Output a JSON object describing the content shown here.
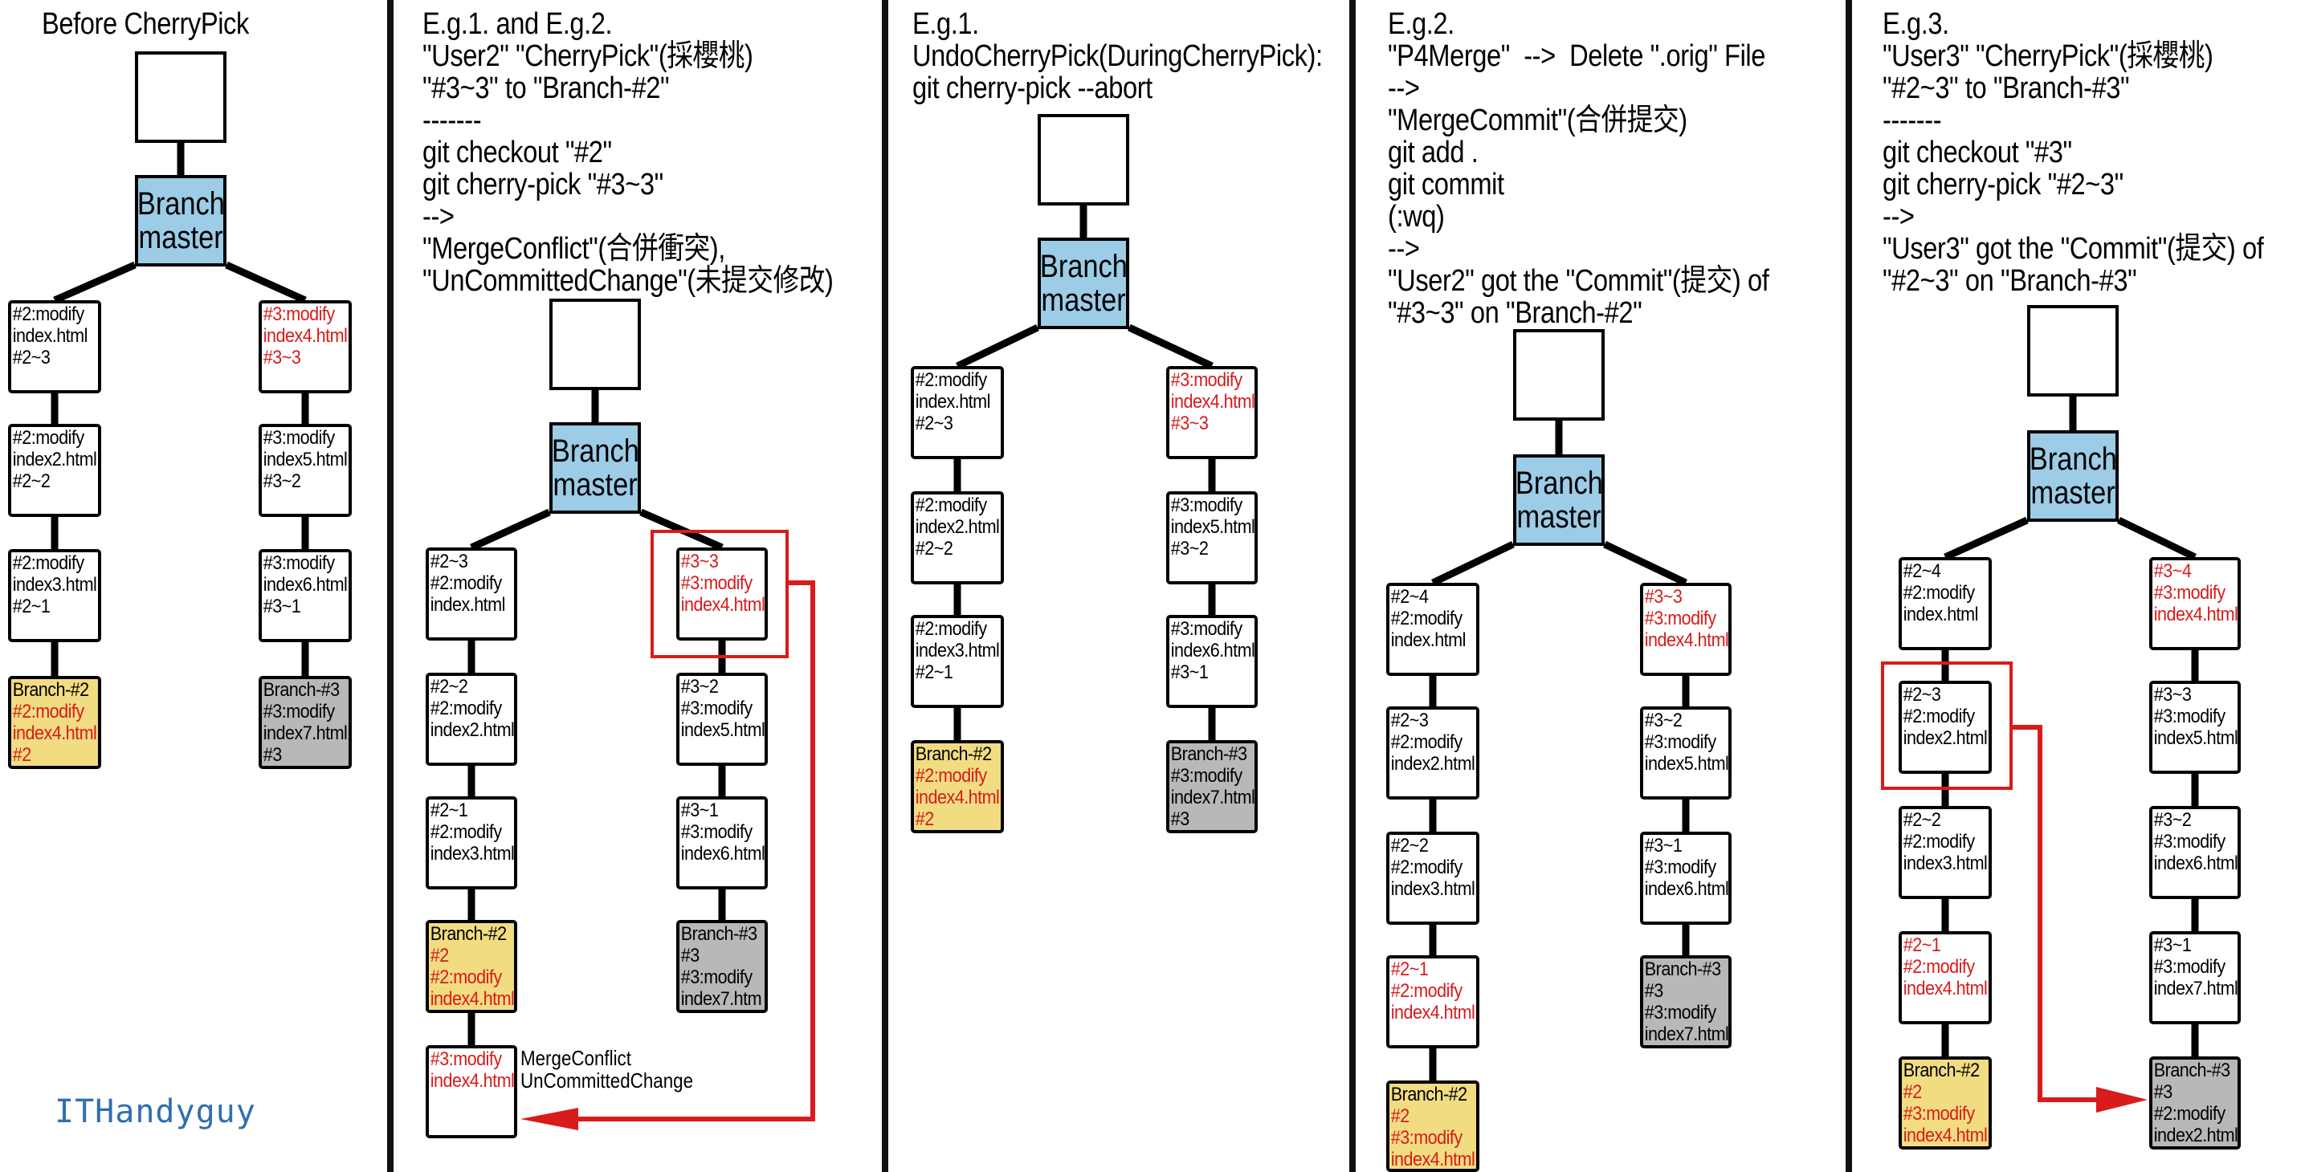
{
  "panels": [
    {
      "title_lines": [
        "Before CherryPick"
      ],
      "branch_label": [
        "Branch",
        "master"
      ],
      "left_column": [
        {
          "lines": [
            [
              "#2:modify",
              "black"
            ],
            [
              "index.html",
              "black"
            ],
            [
              "#2~3",
              "black"
            ]
          ],
          "style": "white"
        },
        {
          "lines": [
            [
              "#2:modify",
              "black"
            ],
            [
              "index2.html",
              "black"
            ],
            [
              "#2~2",
              "black"
            ]
          ],
          "style": "white"
        },
        {
          "lines": [
            [
              "#2:modify",
              "black"
            ],
            [
              "index3.html",
              "black"
            ],
            [
              "#2~1",
              "black"
            ]
          ],
          "style": "white"
        },
        {
          "lines": [
            [
              "Branch-#2",
              "black"
            ],
            [
              "#2:modify",
              "red"
            ],
            [
              "index4.html",
              "red"
            ],
            [
              "#2",
              "red"
            ]
          ],
          "style": "yellow"
        }
      ],
      "right_column": [
        {
          "lines": [
            [
              "#3:modify",
              "red"
            ],
            [
              "index4.html",
              "red"
            ],
            [
              "#3~3",
              "red"
            ]
          ],
          "style": "white"
        },
        {
          "lines": [
            [
              "#3:modify",
              "black"
            ],
            [
              "index5.html",
              "black"
            ],
            [
              "#3~2",
              "black"
            ]
          ],
          "style": "white"
        },
        {
          "lines": [
            [
              "#3:modify",
              "black"
            ],
            [
              "index6.html",
              "black"
            ],
            [
              "#3~1",
              "black"
            ]
          ],
          "style": "white"
        },
        {
          "lines": [
            [
              "Branch-#3",
              "black"
            ],
            [
              "#3:modify",
              "black"
            ],
            [
              "index7.html",
              "black"
            ],
            [
              "#3",
              "black"
            ]
          ],
          "style": "gray"
        }
      ]
    },
    {
      "title_lines": [
        "E.g.1. and E.g.2.",
        "\"User2\" \"CherryPick\"(採櫻桃)",
        "\"#3~3\" to \"Branch-#2\"",
        "-------",
        "git checkout \"#2\"",
        "git cherry-pick \"#3~3\"",
        "-->",
        "\"MergeConflict\"(合併衝突),",
        "\"UnCommittedChange\"(未提交修改)"
      ],
      "branch_label": [
        "Branch",
        "master"
      ],
      "left_column": [
        {
          "lines": [
            [
              "#2~3",
              "black"
            ],
            [
              "#2:modify",
              "black"
            ],
            [
              "index.html",
              "black"
            ]
          ],
          "style": "white"
        },
        {
          "lines": [
            [
              "#2~2",
              "black"
            ],
            [
              "#2:modify",
              "black"
            ],
            [
              "index2.html",
              "black"
            ]
          ],
          "style": "white"
        },
        {
          "lines": [
            [
              "#2~1",
              "black"
            ],
            [
              "#2:modify",
              "black"
            ],
            [
              "index3.html",
              "black"
            ]
          ],
          "style": "white"
        },
        {
          "lines": [
            [
              "Branch-#2",
              "black"
            ],
            [
              "#2",
              "red"
            ],
            [
              "#2:modify",
              "red"
            ],
            [
              "index4.html",
              "red"
            ]
          ],
          "style": "yellow"
        },
        {
          "lines": [
            [
              "#3:modify",
              "red"
            ],
            [
              "index4.html",
              "red"
            ]
          ],
          "style": "white"
        }
      ],
      "right_column": [
        {
          "lines": [
            [
              "#3~3",
              "red"
            ],
            [
              "#3:modify",
              "red"
            ],
            [
              "index4.html",
              "red"
            ]
          ],
          "style": "white"
        },
        {
          "lines": [
            [
              "#3~2",
              "black"
            ],
            [
              "#3:modify",
              "black"
            ],
            [
              "index5.html",
              "black"
            ]
          ],
          "style": "white"
        },
        {
          "lines": [
            [
              "#3~1",
              "black"
            ],
            [
              "#3:modify",
              "black"
            ],
            [
              "index6.html",
              "black"
            ]
          ],
          "style": "white"
        },
        {
          "lines": [
            [
              "Branch-#3",
              "black"
            ],
            [
              "#3",
              "black"
            ],
            [
              "#3:modify",
              "black"
            ],
            [
              "index7.htm",
              "black"
            ]
          ],
          "style": "gray"
        }
      ],
      "note_lines": [
        "MergeConflict",
        "UnCommittedChange"
      ]
    },
    {
      "title_lines": [
        "E.g.1.",
        "UndoCherryPick(DuringCherryPick):",
        "git cherry-pick --abort"
      ],
      "branch_label": [
        "Branch",
        "master"
      ],
      "left_column": [
        {
          "lines": [
            [
              "#2:modify",
              "black"
            ],
            [
              "index.html",
              "black"
            ],
            [
              "#2~3",
              "black"
            ]
          ],
          "style": "white"
        },
        {
          "lines": [
            [
              "#2:modify",
              "black"
            ],
            [
              "index2.html",
              "black"
            ],
            [
              "#2~2",
              "black"
            ]
          ],
          "style": "white"
        },
        {
          "lines": [
            [
              "#2:modify",
              "black"
            ],
            [
              "index3.html",
              "black"
            ],
            [
              "#2~1",
              "black"
            ]
          ],
          "style": "white"
        },
        {
          "lines": [
            [
              "Branch-#2",
              "black"
            ],
            [
              "#2:modify",
              "red"
            ],
            [
              "index4.html",
              "red"
            ],
            [
              "#2",
              "red"
            ]
          ],
          "style": "yellow"
        }
      ],
      "right_column": [
        {
          "lines": [
            [
              "#3:modify",
              "red"
            ],
            [
              "index4.html",
              "red"
            ],
            [
              "#3~3",
              "red"
            ]
          ],
          "style": "white"
        },
        {
          "lines": [
            [
              "#3:modify",
              "black"
            ],
            [
              "index5.html",
              "black"
            ],
            [
              "#3~2",
              "black"
            ]
          ],
          "style": "white"
        },
        {
          "lines": [
            [
              "#3:modify",
              "black"
            ],
            [
              "index6.html",
              "black"
            ],
            [
              "#3~1",
              "black"
            ]
          ],
          "style": "white"
        },
        {
          "lines": [
            [
              "Branch-#3",
              "black"
            ],
            [
              "#3:modify",
              "black"
            ],
            [
              "index7.html",
              "black"
            ],
            [
              "#3",
              "black"
            ]
          ],
          "style": "gray"
        }
      ]
    },
    {
      "title_lines": [
        "E.g.2.",
        "\"P4Merge\"  -->  Delete \".orig\" File",
        "-->",
        "\"MergeCommit\"(合併提交)",
        "git add .",
        "git commit",
        "(:wq)",
        "-->",
        "\"User2\" got the \"Commit\"(提交) of",
        "\"#3~3\" on \"Branch-#2\""
      ],
      "branch_label": [
        "Branch",
        "master"
      ],
      "left_column": [
        {
          "lines": [
            [
              "#2~4",
              "black"
            ],
            [
              "#2:modify",
              "black"
            ],
            [
              "index.html",
              "black"
            ]
          ],
          "style": "white"
        },
        {
          "lines": [
            [
              "#2~3",
              "black"
            ],
            [
              "#2:modify",
              "black"
            ],
            [
              "index2.html",
              "black"
            ]
          ],
          "style": "white"
        },
        {
          "lines": [
            [
              "#2~2",
              "black"
            ],
            [
              "#2:modify",
              "black"
            ],
            [
              "index3.html",
              "black"
            ]
          ],
          "style": "white"
        },
        {
          "lines": [
            [
              "#2~1",
              "red"
            ],
            [
              "#2:modify",
              "red"
            ],
            [
              "index4.html",
              "red"
            ]
          ],
          "style": "white"
        },
        {
          "lines": [
            [
              "Branch-#2",
              "black"
            ],
            [
              "#2",
              "red"
            ],
            [
              "#3:modify",
              "red"
            ],
            [
              "index4.html",
              "red"
            ]
          ],
          "style": "yellow"
        }
      ],
      "right_column": [
        {
          "lines": [
            [
              "#3~3",
              "red"
            ],
            [
              "#3:modify",
              "red"
            ],
            [
              "index4.html",
              "red"
            ]
          ],
          "style": "white"
        },
        {
          "lines": [
            [
              "#3~2",
              "black"
            ],
            [
              "#3:modify",
              "black"
            ],
            [
              "index5.html",
              "black"
            ]
          ],
          "style": "white"
        },
        {
          "lines": [
            [
              "#3~1",
              "black"
            ],
            [
              "#3:modify",
              "black"
            ],
            [
              "index6.html",
              "black"
            ]
          ],
          "style": "white"
        },
        {
          "lines": [
            [
              "Branch-#3",
              "black"
            ],
            [
              "#3",
              "black"
            ],
            [
              "#3:modify",
              "black"
            ],
            [
              "index7.html",
              "black"
            ]
          ],
          "style": "gray"
        }
      ]
    },
    {
      "title_lines": [
        "E.g.3.",
        "\"User3\" \"CherryPick\"(採櫻桃)",
        "\"#2~3\" to \"Branch-#3\"",
        "-------",
        "git checkout \"#3\"",
        "git cherry-pick \"#2~3\"",
        "-->",
        "\"User3\" got the \"Commit\"(提交) of",
        "\"#2~3\" on \"Branch-#3\""
      ],
      "branch_label": [
        "Branch",
        "master"
      ],
      "left_column": [
        {
          "lines": [
            [
              "#2~4",
              "black"
            ],
            [
              "#2:modify",
              "black"
            ],
            [
              "index.html",
              "black"
            ]
          ],
          "style": "white"
        },
        {
          "lines": [
            [
              "#2~3",
              "black"
            ],
            [
              "#2:modify",
              "black"
            ],
            [
              "index2.html",
              "black"
            ]
          ],
          "style": "white"
        },
        {
          "lines": [
            [
              "#2~2",
              "black"
            ],
            [
              "#2:modify",
              "black"
            ],
            [
              "index3.html",
              "black"
            ]
          ],
          "style": "white"
        },
        {
          "lines": [
            [
              "#2~1",
              "red"
            ],
            [
              "#2:modify",
              "red"
            ],
            [
              "index4.html",
              "red"
            ]
          ],
          "style": "white"
        },
        {
          "lines": [
            [
              "Branch-#2",
              "black"
            ],
            [
              "#2",
              "red"
            ],
            [
              "#3:modify",
              "red"
            ],
            [
              "index4.html",
              "red"
            ]
          ],
          "style": "yellow"
        }
      ],
      "right_column": [
        {
          "lines": [
            [
              "#3~4",
              "red"
            ],
            [
              "#3:modify",
              "red"
            ],
            [
              "index4.html",
              "red"
            ]
          ],
          "style": "white"
        },
        {
          "lines": [
            [
              "#3~3",
              "black"
            ],
            [
              "#3:modify",
              "black"
            ],
            [
              "index5.html",
              "black"
            ]
          ],
          "style": "white"
        },
        {
          "lines": [
            [
              "#3~2",
              "black"
            ],
            [
              "#3:modify",
              "black"
            ],
            [
              "index6.html",
              "black"
            ]
          ],
          "style": "white"
        },
        {
          "lines": [
            [
              "#3~1",
              "black"
            ],
            [
              "#3:modify",
              "black"
            ],
            [
              "index7.html",
              "black"
            ]
          ],
          "style": "white"
        },
        {
          "lines": [
            [
              "Branch-#3",
              "black"
            ],
            [
              "#3",
              "black"
            ],
            [
              "#2:modify",
              "black"
            ],
            [
              "index2.html",
              "black"
            ]
          ],
          "style": "gray"
        }
      ]
    }
  ],
  "logo_text": "ITHandyguy",
  "colors": {
    "branch_fill": "#9ccce6",
    "yellow_fill": "#f2dc82",
    "gray_fill": "#b8b8b8",
    "accent_red": "#d81b1b",
    "logo_blue": "#2f6fb0"
  }
}
